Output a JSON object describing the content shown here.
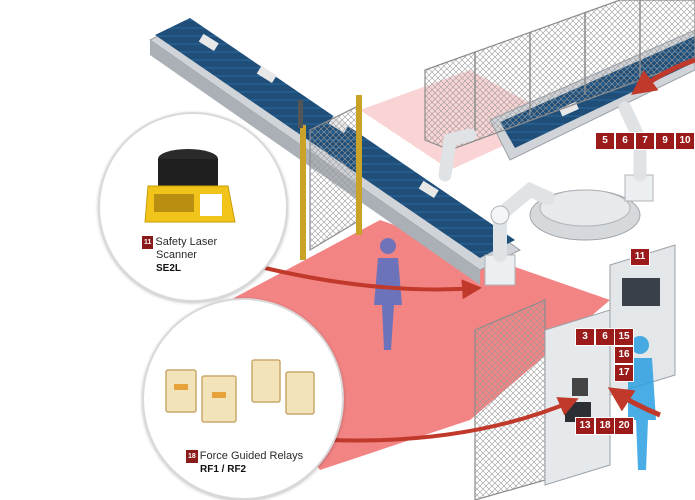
{
  "colors": {
    "callout_number": "#8b1a1a",
    "badge": "#9b1b1b",
    "safety_zone": "#f06e6e",
    "conveyor_belt": "#1f4e79",
    "arrow": "#c0392b"
  },
  "callouts": [
    {
      "number": "11",
      "lines": [
        "Safety Laser",
        "Scanner"
      ],
      "model": "SE2L",
      "icon": "laser-scanner-icon"
    },
    {
      "number": "18",
      "lines": [
        "Force Guided Relays"
      ],
      "model": "RF1 / RF2",
      "icon": "relay-icon"
    }
  ],
  "badges": {
    "robot_top": [
      "5",
      "6",
      "7",
      "9",
      "10"
    ],
    "scanner_post": [
      "11"
    ],
    "panel_top": [
      "3",
      "6",
      "15"
    ],
    "panel_right": [
      "16",
      "17"
    ],
    "panel_bottom": [
      "13",
      "18",
      "20"
    ]
  }
}
